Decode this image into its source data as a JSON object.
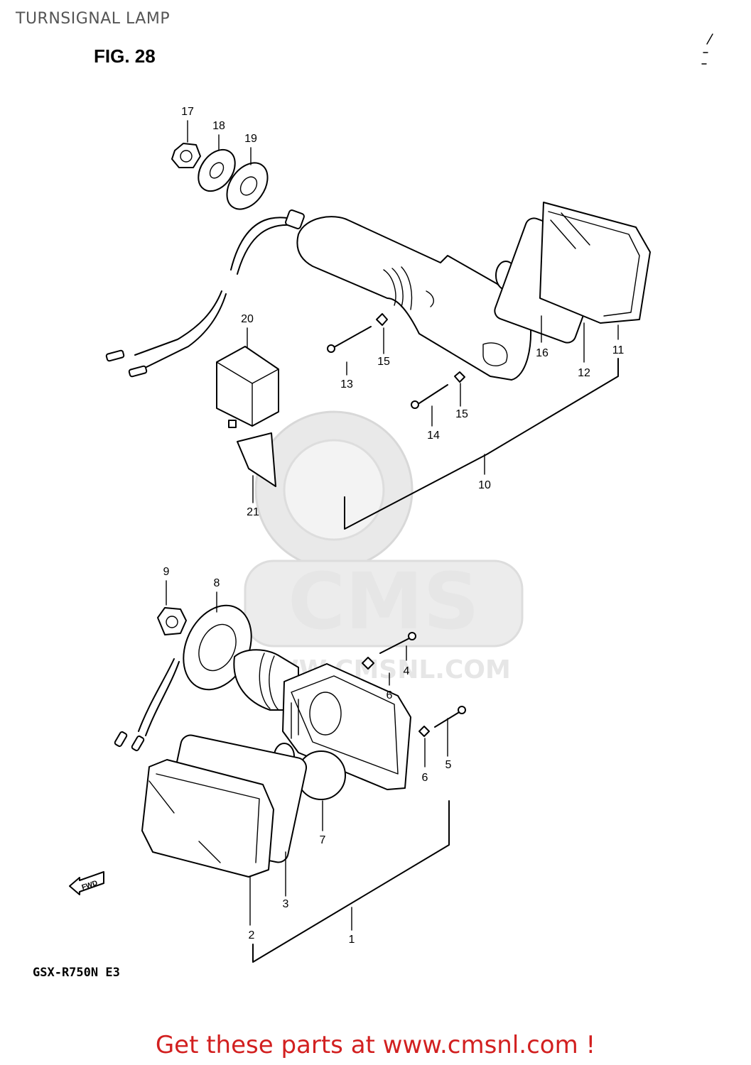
{
  "header": {
    "title": "TURNSIGNAL LAMP",
    "figure": "FIG. 28"
  },
  "watermark": {
    "brand": "CMS",
    "url": "WWW.CMSNL.COM"
  },
  "diagram": {
    "callouts": [
      "17",
      "18",
      "19",
      "20",
      "13",
      "15",
      "16",
      "12",
      "11",
      "14",
      "15",
      "10",
      "21",
      "9",
      "8",
      "4",
      "6",
      "5",
      "6",
      "7",
      "3",
      "2",
      "1"
    ],
    "fwd_label": "FWD"
  },
  "footer": {
    "model": "GSX-R750N  E3",
    "cta": "Get these parts at www.cmsnl.com !"
  },
  "colors": {
    "cta": "#d22020",
    "title": "#555555",
    "watermark": "#e6e6e6"
  }
}
